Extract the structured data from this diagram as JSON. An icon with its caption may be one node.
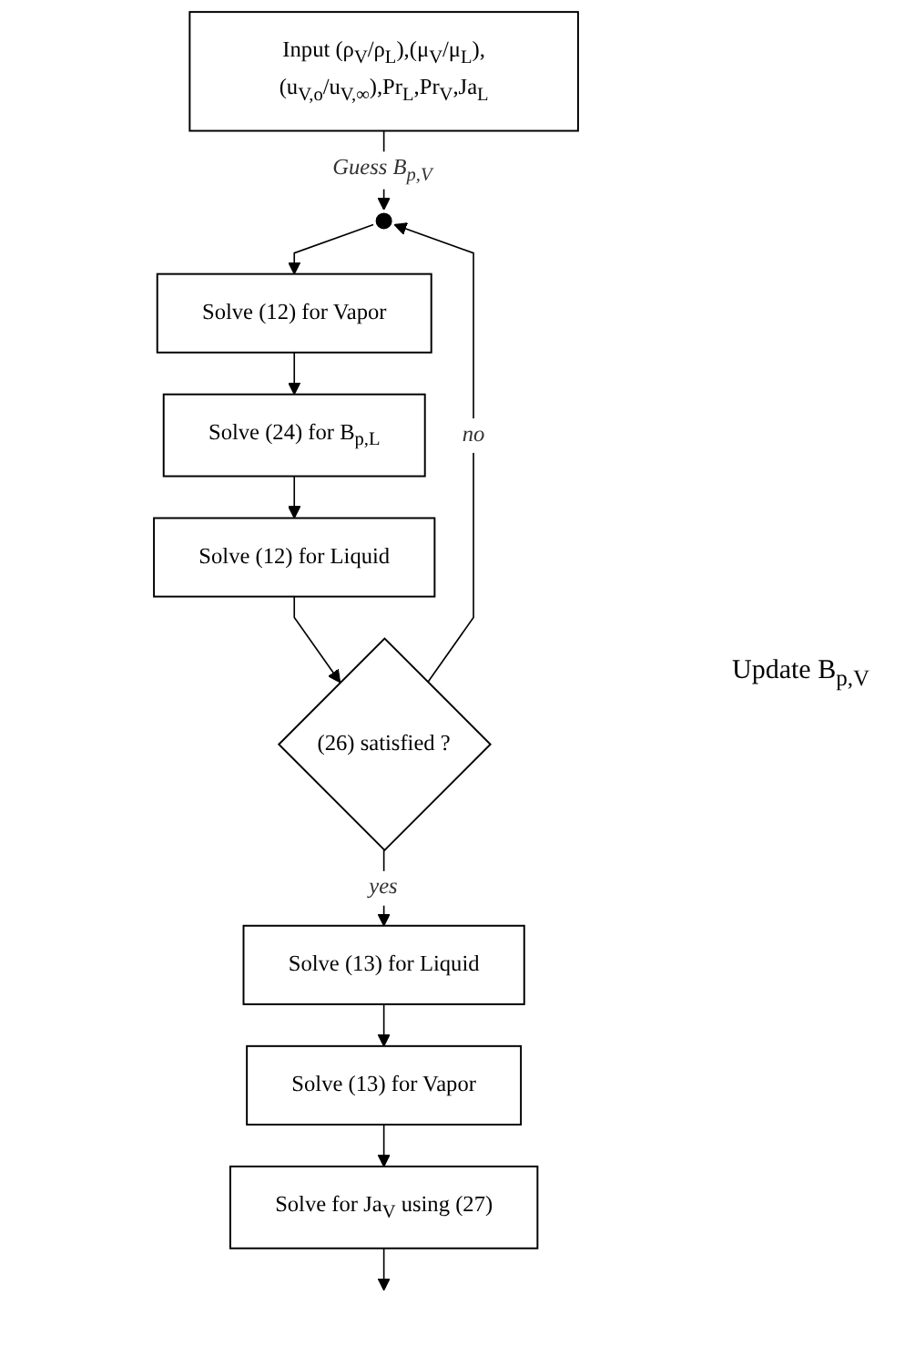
{
  "diagram": {
    "nodes": [
      {
        "text": [
          "Input (ρ$_{V}$/ρ$_{L}$),(μ$_{V}$/μ$_{L}$),(u$_{V,o}$/u$_{V,∞}$),Pr$_{L}$,Pr$_{V}$,Ja$_{L}$"
        ]
      },
      {
        "text": [],
        "shape": "circle"
      },
      {
        "text": [
          "Solve (12) for Vapor"
        ]
      },
      {
        "text": [
          "Solve (24) for B$_{p,L}$"
        ]
      },
      {
        "text": [
          "Solve (12) for Liquid"
        ]
      },
      {
        "text": [
          "(26) satisfied ?"
        ]
      },
      {
        "text": [
          "Solve (13) for Liquid"
        ]
      },
      {
        "text": [
          "Solve (13) for Vapor"
        ]
      },
      {
        "text": [
          "Solve for Ja$_{V}$ using (27)"
        ]
      }
    ],
    "edges": [
      {
        "from": 0,
        "to": 1,
        "arrow": "to",
        "label": "Guess B$_{p,V}$"
      },
      {
        "from": 1,
        "to": 2,
        "arrow": "to"
      },
      {
        "from": 2,
        "to": 3,
        "arrow": "to"
      },
      {
        "from": 3,
        "to": 4,
        "arrow": "to"
      },
      {
        "from": 4,
        "to": 5,
        "arrow": "to"
      },
      {
        "from": 5,
        "to": 1,
        "arrow": "to",
        "label": "no"
      },
      {
        "from": 5,
        "to": 6,
        "arrow": "to",
        "label": "yes"
      },
      {
        "from": 6,
        "to": 7,
        "arrow": "to"
      },
      {
        "from": 7,
        "to": 8,
        "arrow": "to"
      },
      {
        "from": 8,
        "to": null,
        "arrow": "to"
      }
    ],
    "labels": [
      "Update B$_{p,V}$"
    ]
  }
}
